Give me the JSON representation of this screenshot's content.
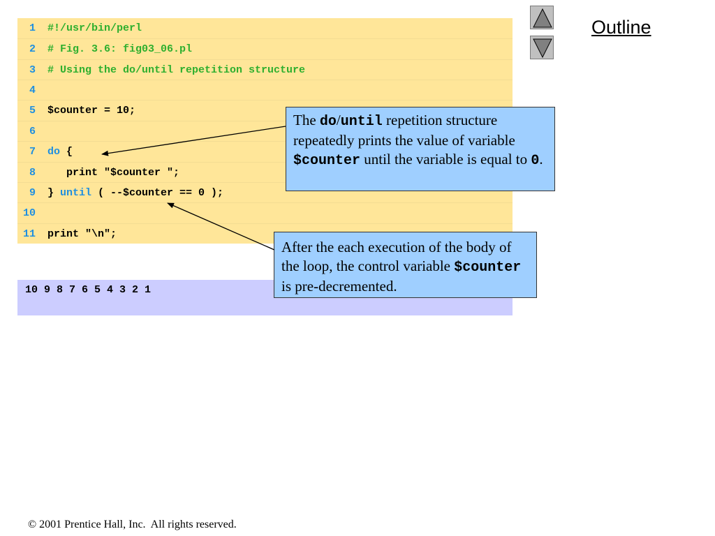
{
  "code": {
    "lines": [
      {
        "num": "1",
        "segments": [
          {
            "text": "#!/usr/bin/perl",
            "style": "comment"
          }
        ]
      },
      {
        "num": "2",
        "segments": [
          {
            "text": "# Fig. 3.6: fig03_06.pl",
            "style": "comment"
          }
        ]
      },
      {
        "num": "3",
        "segments": [
          {
            "text": "# Using the do/until repetition structure",
            "style": "comment"
          }
        ]
      },
      {
        "num": "4",
        "segments": []
      },
      {
        "num": "5",
        "segments": [
          {
            "text": "$counter = 10;",
            "style": "plain"
          }
        ]
      },
      {
        "num": "6",
        "segments": []
      },
      {
        "num": "7",
        "segments": [
          {
            "text": "do",
            "style": "keyword"
          },
          {
            "text": " {",
            "style": "plain"
          }
        ]
      },
      {
        "num": "8",
        "segments": [
          {
            "text": "   print \"$counter \";",
            "style": "plain"
          }
        ]
      },
      {
        "num": "9",
        "segments": [
          {
            "text": "} ",
            "style": "plain"
          },
          {
            "text": "until",
            "style": "keyword"
          },
          {
            "text": " ( --$counter == 0 );",
            "style": "plain"
          }
        ]
      },
      {
        "num": "10",
        "segments": []
      },
      {
        "num": "11",
        "segments": [
          {
            "text": "print \"\\n\";",
            "style": "plain"
          }
        ]
      }
    ]
  },
  "output": {
    "text": "10 9 8 7 6 5 4 3 2 1"
  },
  "callout_1": {
    "t1": "The ",
    "code1": "do",
    "t2": "/",
    "code2": "until",
    "t3": " repetition structure repeatedly prints the value of variable ",
    "code3": "$counter",
    "t4": " until the variable is equal to ",
    "code4": "0",
    "t5": "."
  },
  "callout_2": {
    "t1": "After the each execution of the body of the loop, the control variable ",
    "code1": "$counter",
    "t2": " is pre-decremented."
  },
  "nav": {
    "up_icon": "triangle-up-icon",
    "down_icon": "triangle-down-icon",
    "outline_label": "Outline"
  },
  "footer": {
    "text": "© 2001 Prentice Hall, Inc.  All rights reserved."
  },
  "colors": {
    "code_bg": "#ffe699",
    "output_bg": "#cccdff",
    "callout_bg": "#9fcfff",
    "comment": "#2eaf2e",
    "keyword": "#1f8fe0"
  }
}
